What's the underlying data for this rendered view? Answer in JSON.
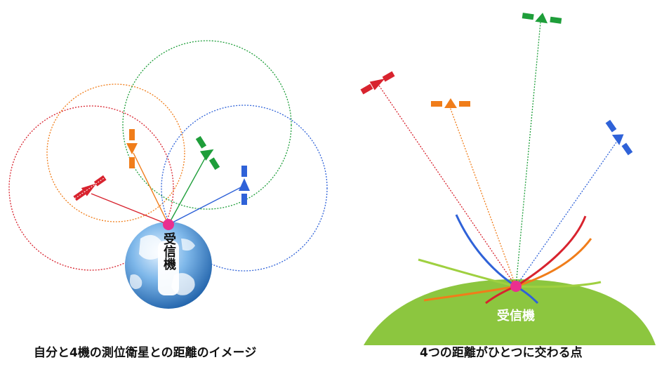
{
  "left_panel": {
    "receiver_label": "受信機",
    "caption": "自分と4機の測位衛星との距離のイメージ"
  },
  "right_panel": {
    "receiver_label": "受信機",
    "caption": "4つの距離がひとつに交わる点"
  },
  "colors": {
    "red": "#d8232e",
    "orange": "#f07d1a",
    "green": "#1e9e3a",
    "blue": "#2f62d8",
    "receiver": "#ea2f8f",
    "ground": "#8cc63f",
    "light_green": "#9fd040"
  },
  "icons": [
    "satellite-icon",
    "globe-icon",
    "receiver-dot-icon"
  ]
}
